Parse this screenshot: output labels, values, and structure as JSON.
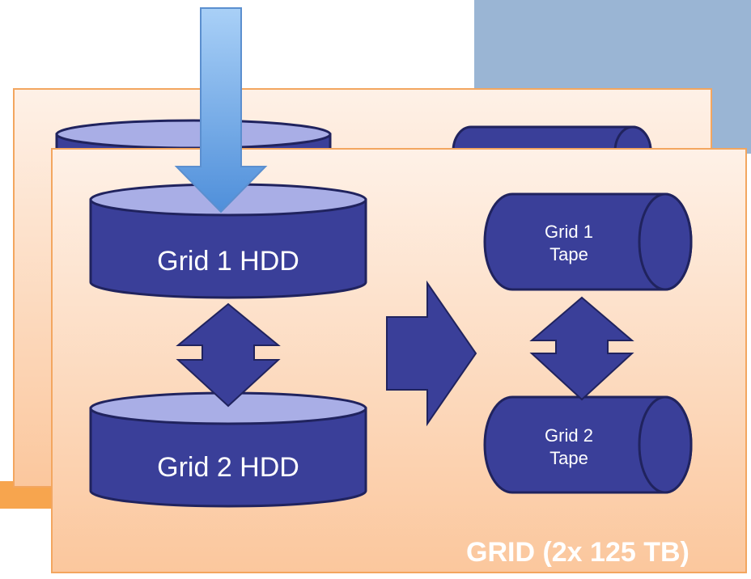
{
  "storage": {
    "hdd1": "Grid 1 HDD",
    "hdd2": "Grid 2 HDD",
    "tape1_line1": "Grid 1",
    "tape1_line2": "Tape",
    "tape2_line1": "Grid 2",
    "tape2_line2": "Tape"
  },
  "panel": {
    "title": "GRID (2x 125 TB)"
  },
  "colors": {
    "panel_fill": "#fde5d2",
    "panel_border": "#f3a65f",
    "shape_fill": "#3a3f99",
    "shape_top": "#a9aee6",
    "shape_stroke": "#20235e",
    "blue_block": "#9ab5d4",
    "input_arrow": "#7fb4ec",
    "orange_bar": "#f7a54e",
    "text": "#ffffff"
  }
}
